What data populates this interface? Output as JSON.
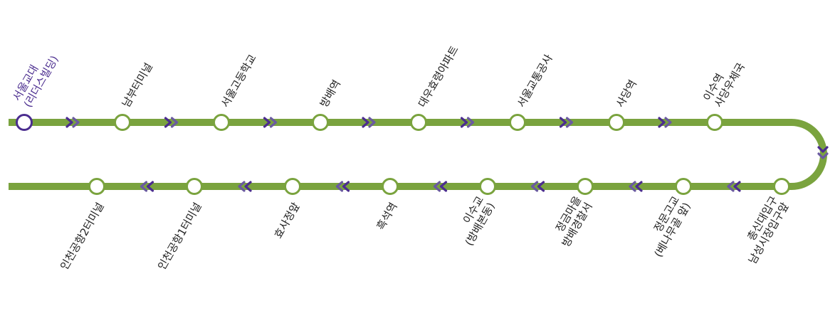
{
  "colors": {
    "route_line": "#7aa33e",
    "stop_fill": "#ffffff",
    "current_stop": "#4b2d8f",
    "arrow_dark": "#4b2d8f",
    "arrow_light": "#6a5aa0",
    "label_text": "#222222"
  },
  "direction_icon": "double-chevron-icon",
  "stops_top": [
    {
      "name": "stop-seoul-univ-of-education",
      "lines": [
        "서울교대",
        "(리더스빌딩)"
      ],
      "current": true
    },
    {
      "name": "stop-nambu-terminal",
      "lines": [
        "남부터미널"
      ]
    },
    {
      "name": "stop-seoul-high-school",
      "lines": [
        "서울고등학교"
      ]
    },
    {
      "name": "stop-bangbae-station",
      "lines": [
        "방배역"
      ]
    },
    {
      "name": "stop-daewoo-hyoryeong-apt",
      "lines": [
        "대우효령아파트"
      ]
    },
    {
      "name": "stop-seoul-transport-corp",
      "lines": [
        "서울교통공사"
      ]
    },
    {
      "name": "stop-sadang-station",
      "lines": [
        "사당역"
      ]
    },
    {
      "name": "stop-isu-station",
      "lines": [
        "이수역",
        "사당우체국"
      ]
    }
  ],
  "stops_bottom": [
    {
      "name": "stop-chongshin-univ",
      "lines": [
        "총신대입구",
        "남성시장입구앞"
      ]
    },
    {
      "name": "stop-jeongmun-high",
      "lines": [
        "정문고교",
        "(베나무골 앞)"
      ]
    },
    {
      "name": "stop-jeonggeum-village",
      "lines": [
        "정금마을",
        "방배경찰서"
      ]
    },
    {
      "name": "stop-isu-bridge",
      "lines": [
        "이수교",
        "(방배본동)"
      ]
    },
    {
      "name": "stop-heukseok-station",
      "lines": [
        "흑석역"
      ]
    },
    {
      "name": "stop-hyosa-jeong",
      "lines": [
        "효사정앞"
      ]
    },
    {
      "name": "stop-incheon-airport-t1",
      "lines": [
        "인천공항1터미널"
      ]
    },
    {
      "name": "stop-incheon-airport-t2",
      "lines": [
        "인천공항2터미널"
      ]
    }
  ]
}
